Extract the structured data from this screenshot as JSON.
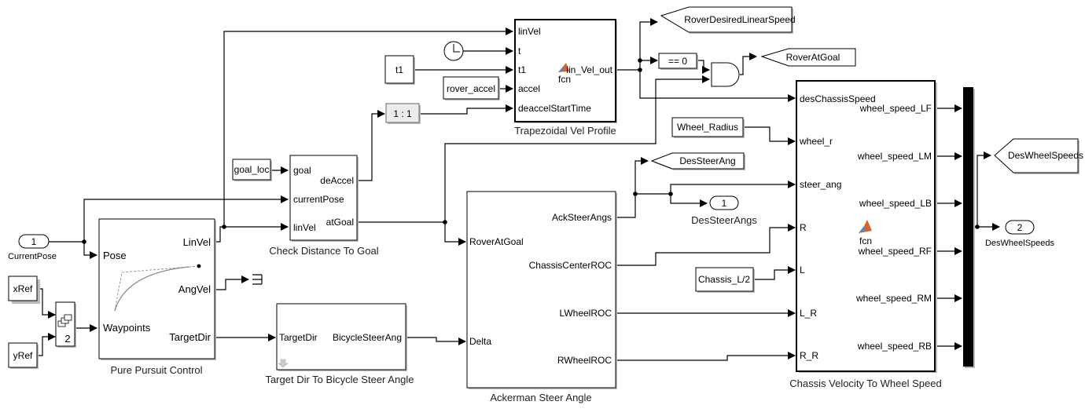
{
  "diagram": {
    "inports": [
      {
        "number": "1",
        "name": "CurrentPose"
      }
    ],
    "outports": [
      {
        "number": "1",
        "name": "DesSteerAngs"
      },
      {
        "number": "2",
        "name": "DesWheelSpeeds"
      }
    ],
    "constants": {
      "xRef": "xRef",
      "yRef": "yRef",
      "goal_loc": "goal_loc",
      "t1": "t1",
      "rover_accel": "rover_accel",
      "wheel_radius": "Wheel_Radius",
      "chassis_l2": "Chassis_L/2"
    },
    "concat": {
      "value": "2"
    },
    "rate_transition": {
      "label": "1 : 1"
    },
    "compare": {
      "label": "== 0"
    },
    "goto_tags": {
      "rover_desired_linear_speed": "RoverDesiredLinearSpeed",
      "rover_at_goal": "RoverAtGoal",
      "des_steer_ang": "DesSteerAng",
      "des_wheel_speeds": "DesWheelSpeeds"
    },
    "pure_pursuit": {
      "title": "Pure Pursuit Control",
      "inputs": [
        "Pose",
        "Waypoints"
      ],
      "outputs": [
        "LinVel",
        "AngVel",
        "TargetDir"
      ]
    },
    "check_distance": {
      "title": "Check Distance To Goal",
      "inputs": [
        "goal",
        "currentPose",
        "linVel"
      ],
      "outputs": [
        "deAccel",
        "atGoal"
      ]
    },
    "trapezoidal": {
      "title": "Trapezoidal Vel Profile",
      "inputs": [
        "linVel",
        "t",
        "t1",
        "accel",
        "deaccelStartTime"
      ],
      "outputs": [
        "lin_Vel_out"
      ],
      "fcn": "fcn"
    },
    "target_dir": {
      "title": "Target Dir To Bicycle Steer Angle",
      "inputs": [
        "TargetDir"
      ],
      "outputs": [
        "BicycleSteerAng"
      ]
    },
    "ackerman": {
      "title": "Ackerman Steer Angle",
      "inputs": [
        "RoverAtGoal",
        "Delta"
      ],
      "outputs": [
        "AckSteerAngs",
        "ChassisCenterROC",
        "LWheelROC",
        "RWheelROC"
      ]
    },
    "chassis": {
      "title": "Chassis Velocity To Wheel Speed",
      "inputs": [
        "desChassisSpeed",
        "wheel_r",
        "steer_ang",
        "R",
        "L",
        "L_R",
        "R_R"
      ],
      "outputs": [
        "wheel_speed_LF",
        "wheel_speed_LM",
        "wheel_speed_LB",
        "wheel_speed_RF",
        "wheel_speed_RM",
        "wheel_speed_RB"
      ],
      "fcn": "fcn"
    },
    "icons": [
      "clock-icon",
      "matlab-function-icon",
      "terminator-icon",
      "and-gate-icon",
      "mux-bar",
      "vector-concatenate-icon",
      "curve-trajectory-icon",
      "down-arrow-icon"
    ]
  }
}
